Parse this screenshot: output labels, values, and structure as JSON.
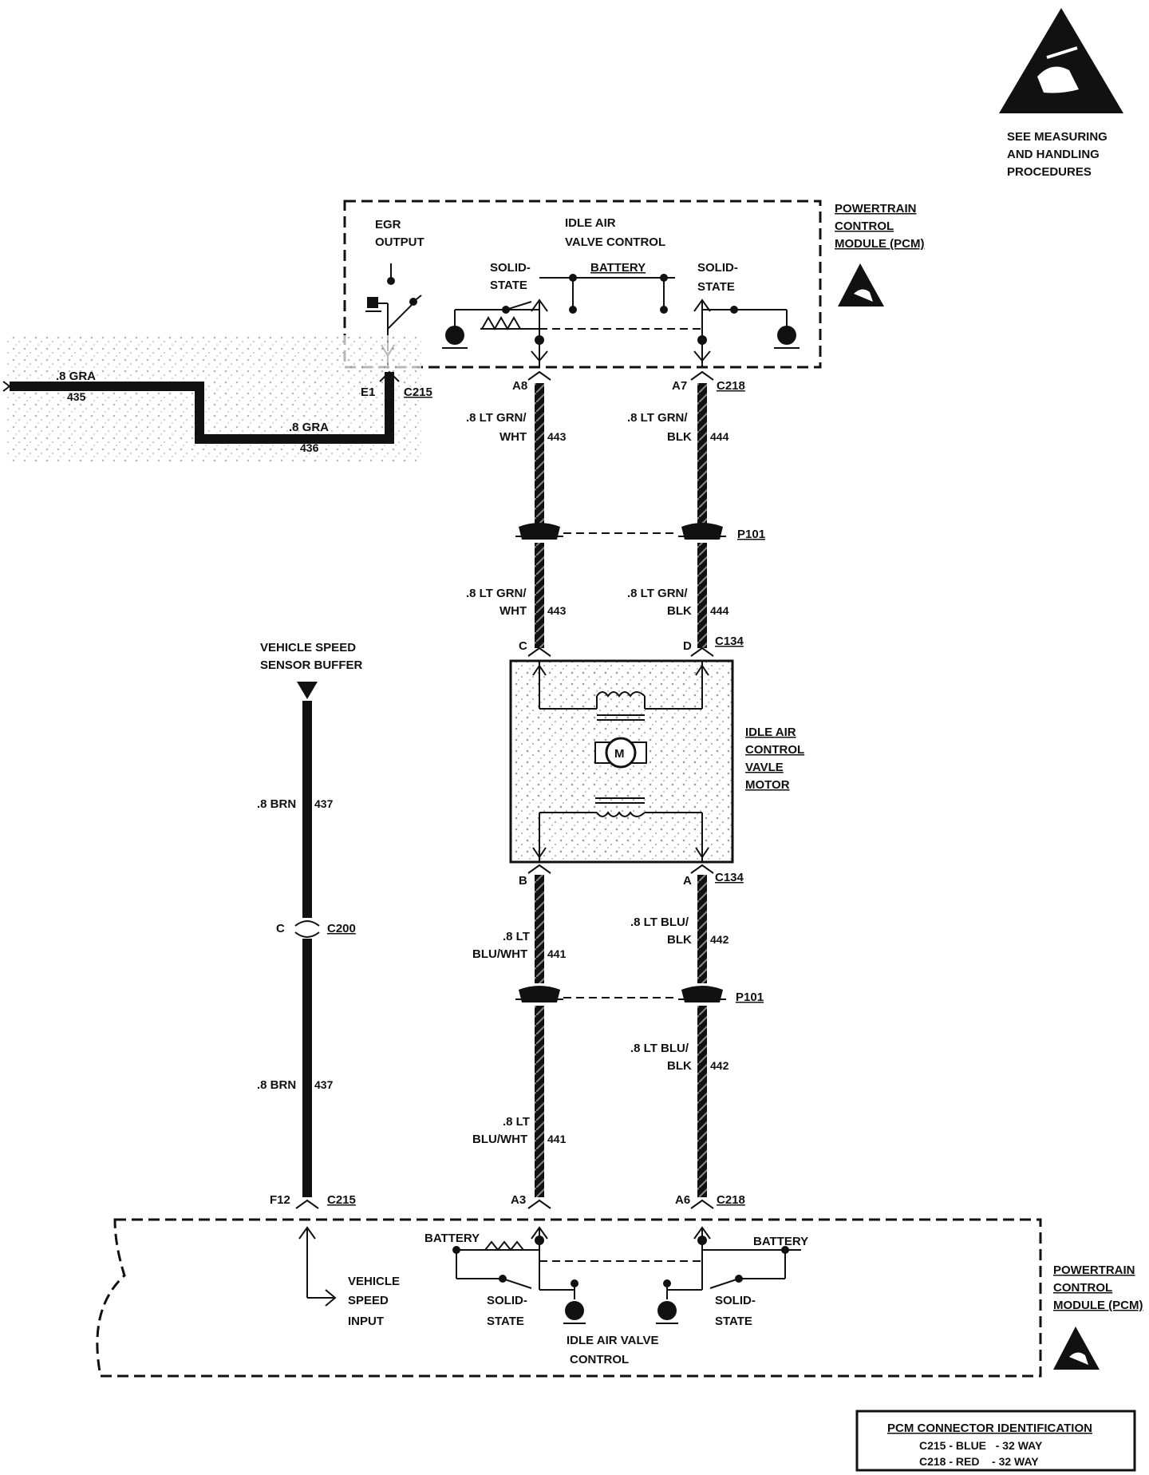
{
  "esd_notice": {
    "line1": "SEE MEASURING",
    "line2": "AND HANDLING",
    "line3": "PROCEDURES"
  },
  "pcm_top": {
    "title1": "POWERTRAIN",
    "title2": "CONTROL",
    "title3": "MODULE (PCM)",
    "egr1": "EGR",
    "egr2": "OUTPUT",
    "iac1": "IDLE AIR",
    "iac2": "VALVE CONTROL",
    "battery": "BATTERY",
    "ss_left1": "SOLID-",
    "ss_left2": "STATE",
    "ss_right1": "SOLID-",
    "ss_right2": "STATE"
  },
  "egr_wire": {
    "pin": "E1",
    "connector": "C215",
    "w435_gauge": ".8 GRA",
    "w435_circuit": "435",
    "w436_gauge": ".8 GRA",
    "w436_circuit": "436"
  },
  "upper_wires": {
    "pin_a8": "A8",
    "pin_a7": "A7",
    "connector": "C218",
    "w443_gauge1": ".8 LT GRN/",
    "w443_gauge2": "WHT",
    "w443_circuit": "443",
    "w444_gauge1": ".8 LT GRN/",
    "w444_gauge2": "BLK",
    "w444_circuit": "444",
    "p101": "P101",
    "w443b_gauge1": ".8 LT GRN/",
    "w443b_gauge2": "WHT",
    "w443b_circuit": "443",
    "w444b_gauge1": ".8 LT GRN/",
    "w444b_gauge2": "BLK",
    "w444b_circuit": "444",
    "pin_c": "C",
    "pin_d": "D",
    "c134": "C134"
  },
  "motor": {
    "label1": "IDLE AIR",
    "label2": "CONTROL",
    "label3": "VAVLE",
    "label4": "MOTOR",
    "symbol": "M",
    "pin_b": "B",
    "pin_a": "A",
    "c134": "C134"
  },
  "lower_wires": {
    "w441_gauge1": ".8 LT",
    "w441_gauge2": "BLU/WHT",
    "w441_circuit": "441",
    "w442_gauge1": ".8 LT BLU/",
    "w442_gauge2": "BLK",
    "w442_circuit": "442",
    "p101": "P101",
    "w442b_gauge1": ".8 LT BLU/",
    "w442b_gauge2": "BLK",
    "w442b_circuit": "442",
    "w441b_gauge1": ".8 LT",
    "w441b_gauge2": "BLU/WHT",
    "w441b_circuit": "441",
    "pin_a3": "A3",
    "pin_a6": "A6",
    "connector": "C218"
  },
  "vss": {
    "title1": "VEHICLE SPEED",
    "title2": "SENSOR BUFFER",
    "w437_gauge": ".8 BRN",
    "w437_circuit": "437",
    "c200_pin": "C",
    "c200": "C200",
    "w437b_gauge": ".8 BRN",
    "w437b_circuit": "437",
    "pin_f12": "F12",
    "connector": "C215"
  },
  "pcm_bottom": {
    "title1": "POWERTRAIN",
    "title2": "CONTROL",
    "title3": "MODULE (PCM)",
    "vsi1": "VEHICLE",
    "vsi2": "SPEED",
    "vsi3": "INPUT",
    "battery_left": "BATTERY",
    "battery_right": "BATTERY",
    "ss_left1": "SOLID-",
    "ss_left2": "STATE",
    "ss_right1": "SOLID-",
    "ss_right2": "STATE",
    "iac1": "IDLE AIR VALVE",
    "iac2": "CONTROL"
  },
  "connector_id": {
    "title": "PCM CONNECTOR IDENTIFICATION",
    "line1": "C215 - BLUE   - 32 WAY",
    "line2": "C218 - RED    - 32 WAY"
  }
}
